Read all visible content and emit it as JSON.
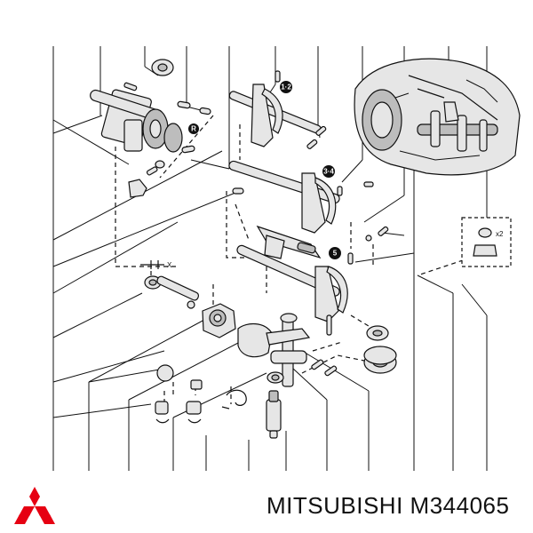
{
  "callouts": {
    "c1": "R",
    "c2": "1·2",
    "c3": "3·4",
    "c4": "5"
  },
  "labels": {
    "x_mark": "X",
    "x2_mark": "x2"
  },
  "brand": {
    "name": "MITSUBISHI",
    "part_number": "M344065",
    "logo": "three-diamond-logo",
    "logo_color": "#e60012"
  }
}
